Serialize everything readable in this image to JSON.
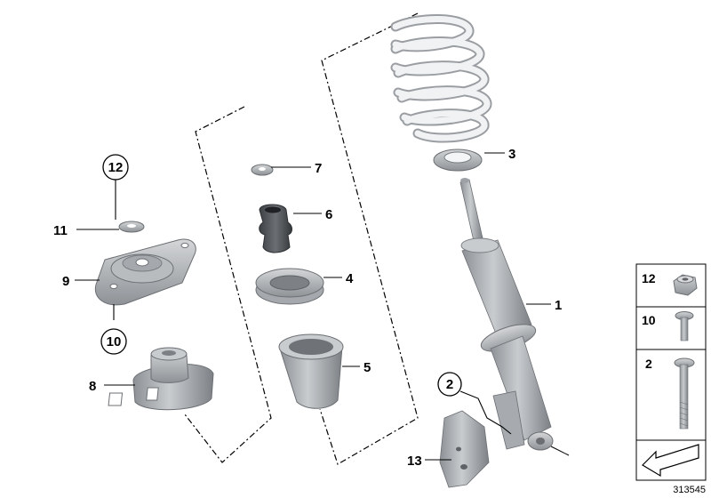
{
  "diagram": {
    "callouts": {
      "c1": "1",
      "c2": "2",
      "c3": "3",
      "c4": "4",
      "c5": "5",
      "c6": "6",
      "c7": "7",
      "c8": "8",
      "c9": "9",
      "c10": "10",
      "c11": "11",
      "c12": "12",
      "c13": "13"
    },
    "fastener_legend": {
      "row1": "12",
      "row2": "10",
      "row3": "2"
    },
    "reference_number": "313545"
  },
  "colors": {
    "part_gray": "#b9bcbf",
    "part_dark": "#6f7377",
    "spring_light": "#eceeef",
    "line": "#000000"
  }
}
